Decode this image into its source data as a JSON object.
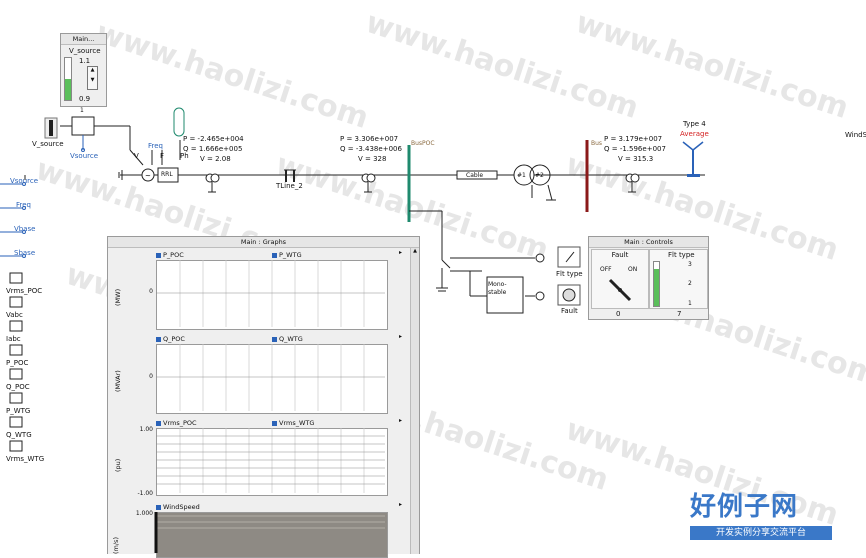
{
  "watermark": "www.haolizi.com",
  "brand": {
    "name": "好例子网",
    "tagline": "开发实例分享交流平台"
  },
  "colors": {
    "accent_blue": "#2a62b8",
    "bus_green": "#1f8a6e",
    "bus_red": "#8b1a1a",
    "grid_gray": "#8e8e8e"
  },
  "slider_panel": {
    "title": "Main...",
    "label": "V_source",
    "max": "1.1",
    "min": "0.9",
    "value": "1"
  },
  "source": {
    "label": "V_source",
    "signal": "Vsource",
    "v_label": "V",
    "f_label": "F",
    "ph_label": "Ph",
    "freq_label": "Freq",
    "rrl": "RRL"
  },
  "meters": [
    {
      "P": "P = -2.465e+004",
      "Q": "Q = 1.666e+005",
      "V": "V = 2.08"
    },
    {
      "P": "P = 3.306e+007",
      "Q": "Q = -3.438e+006",
      "V": "V = 328"
    },
    {
      "P": "P = 3.179e+007",
      "Q": "Q = -1.596e+007",
      "V": "V = 315.3"
    }
  ],
  "tline": "TLine_2",
  "buspoc": "BusPOC",
  "bus2": "Bus",
  "cable": "Cable",
  "transformer": {
    "w1": "#1",
    "w2": "#2"
  },
  "wind": {
    "type": "Type 4",
    "mode": "Average",
    "partial": "WindSp"
  },
  "left_signals": [
    "Vsource",
    "Freq",
    "Vbase",
    "Sbase"
  ],
  "left_meters": [
    "Vrms_POC",
    "Vabc",
    "Iabc",
    "P_POC",
    "Q_POC",
    "P_WTG",
    "Q_WTG",
    "Vrms_WTG"
  ],
  "fault": {
    "label": "Fault",
    "flt_label": "Flt type",
    "mono": "Mono-\nstable"
  },
  "controls": {
    "title": "Main : Controls",
    "fault_title": "Fault",
    "off": "OFF",
    "on": "ON",
    "fault_value": "0",
    "flt_title": "Flt type",
    "flt_ticks": [
      "3",
      "2",
      "1"
    ],
    "flt_value": "7"
  },
  "graphs": {
    "title": "Main : Graphs",
    "plots": [
      {
        "legend": [
          "P_POC",
          "P_WTG"
        ],
        "ylabel": "(MW)",
        "ticks": [
          "0"
        ]
      },
      {
        "legend": [
          "Q_POC",
          "Q_WTG"
        ],
        "ylabel": "(MVAr)",
        "ticks": [
          "0"
        ]
      },
      {
        "legend": [
          "Vrms_POC",
          "Vrms_WTG"
        ],
        "ylabel": "(pu)",
        "ticks": [
          "1.00",
          "-1.00"
        ]
      },
      {
        "legend": [
          "WindSpeed"
        ],
        "ylabel": "(m/s)",
        "ticks": [
          "1.000"
        ]
      }
    ]
  }
}
